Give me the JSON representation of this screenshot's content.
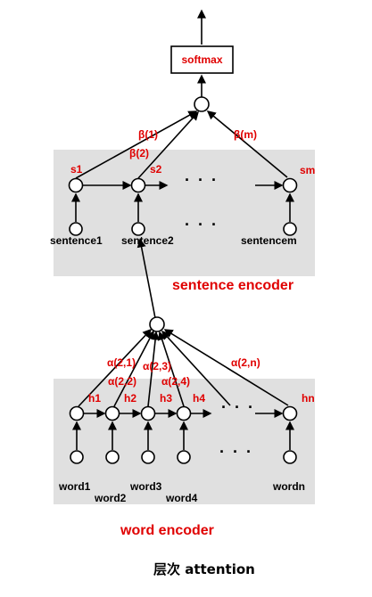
{
  "output": {
    "softmax_label": "softmax"
  },
  "sentence_level": {
    "weights": [
      "β(1)",
      "β(2)",
      "β(m)"
    ],
    "states": [
      "s1",
      "s2",
      "sm"
    ],
    "inputs": [
      "sentence1",
      "sentence2",
      "sentencem"
    ],
    "ellipsis": "· · ·",
    "section_label": "sentence encoder"
  },
  "word_level": {
    "weights": [
      "α(2,1)",
      "α(2,2)",
      "α(2,3)",
      "α(2,4)",
      "α(2,n)"
    ],
    "states": [
      "h1",
      "h2",
      "h3",
      "h4",
      "hn"
    ],
    "inputs": [
      "word1",
      "word2",
      "word3",
      "word4",
      "wordn"
    ],
    "ellipsis": "· · ·",
    "section_label": "word encoder"
  },
  "caption": "层次 attention",
  "colors": {
    "label_red": "#e00000",
    "panel_gray": "#e0e0e0",
    "line": "#000000"
  }
}
